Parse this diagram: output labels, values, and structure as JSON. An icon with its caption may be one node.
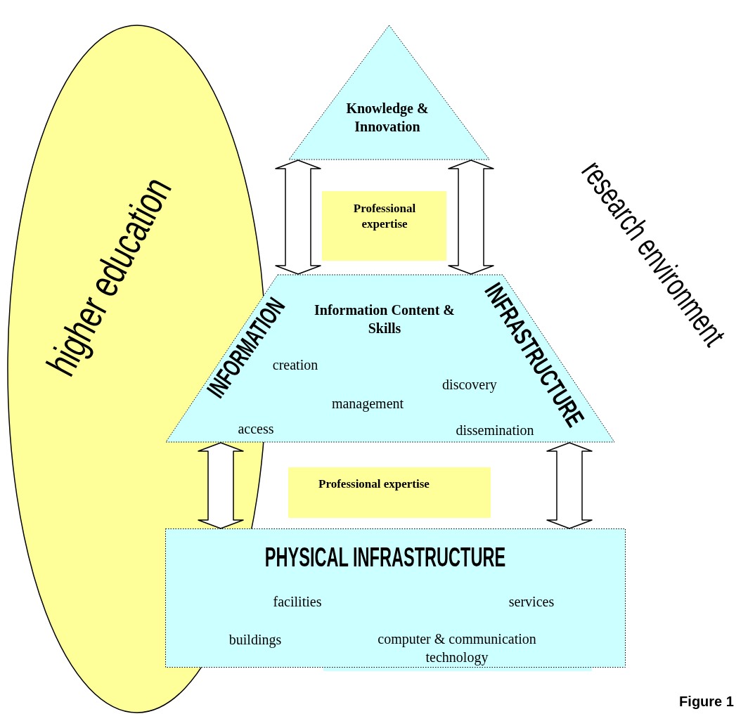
{
  "diagram": {
    "caption": "Figure 1",
    "nodes": [
      {
        "text": [
          "higher education"
        ]
      },
      {
        "text": [
          "Knowledge & Innovation"
        ]
      },
      {
        "text": [
          "Professional expertise"
        ]
      },
      {
        "text": [
          "Information Content & Skills",
          "INFORMATION",
          "INFRASTRUCTURE",
          "creation",
          "discovery",
          "management",
          "access",
          "dissemination"
        ]
      },
      {
        "text": [
          "Professional expertise"
        ]
      },
      {
        "text": [
          "PHYSICAL INFRASTRUCTURE",
          "facilities",
          "services",
          "buildings",
          "computer & communication technology"
        ]
      }
    ],
    "edges": [
      {
        "from": 1,
        "to": 3,
        "arrow": "both"
      },
      {
        "from": 1,
        "to": 3,
        "arrow": "both"
      },
      {
        "from": 3,
        "to": 5,
        "arrow": "both"
      },
      {
        "from": 3,
        "to": 5,
        "arrow": "both"
      }
    ],
    "labels": [
      "research environment"
    ]
  }
}
